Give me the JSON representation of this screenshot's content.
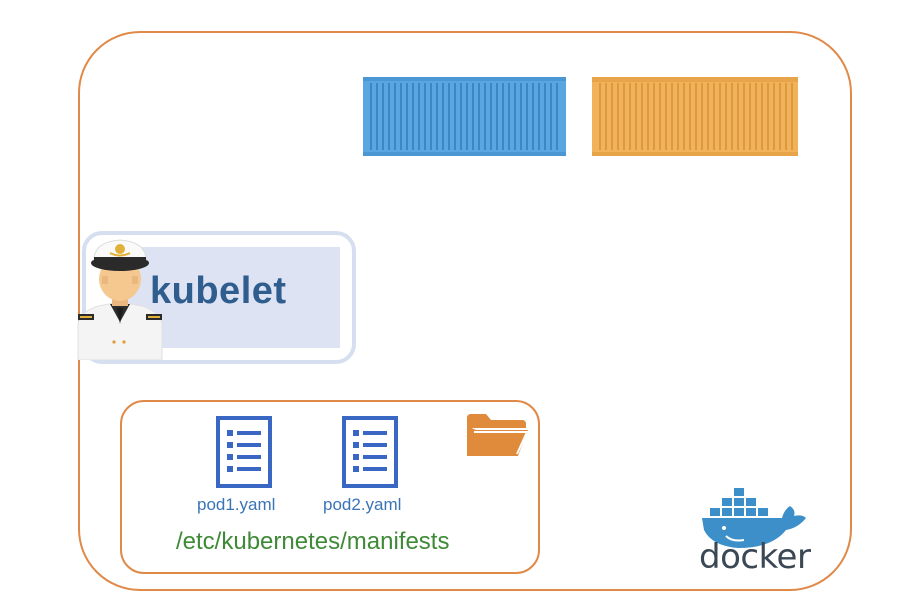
{
  "node": {
    "label": ""
  },
  "containers": [
    {
      "name": "blue-container",
      "color": "#5aa6e0",
      "stripe": "#3d86c6"
    },
    {
      "name": "orange-container",
      "color": "#f2b25a",
      "stripe": "#dc9a3e"
    }
  ],
  "kubelet": {
    "label": "kubelet",
    "icon": "captain-icon"
  },
  "manifests": {
    "files": [
      {
        "label": "pod1.yaml",
        "icon": "document-icon"
      },
      {
        "label": "pod2.yaml",
        "icon": "document-icon"
      }
    ],
    "folder_icon": "folder-icon",
    "path": "/etc/kubernetes/manifests"
  },
  "docker": {
    "label": "docker",
    "icon": "docker-whale-icon"
  },
  "colors": {
    "frame": "#e08a4a",
    "kubelet_text": "#2e5d8e",
    "file_text": "#3a74b6",
    "path_text": "#3e8a36",
    "doc_icon": "#3a66c4",
    "folder": "#e08a3c"
  }
}
